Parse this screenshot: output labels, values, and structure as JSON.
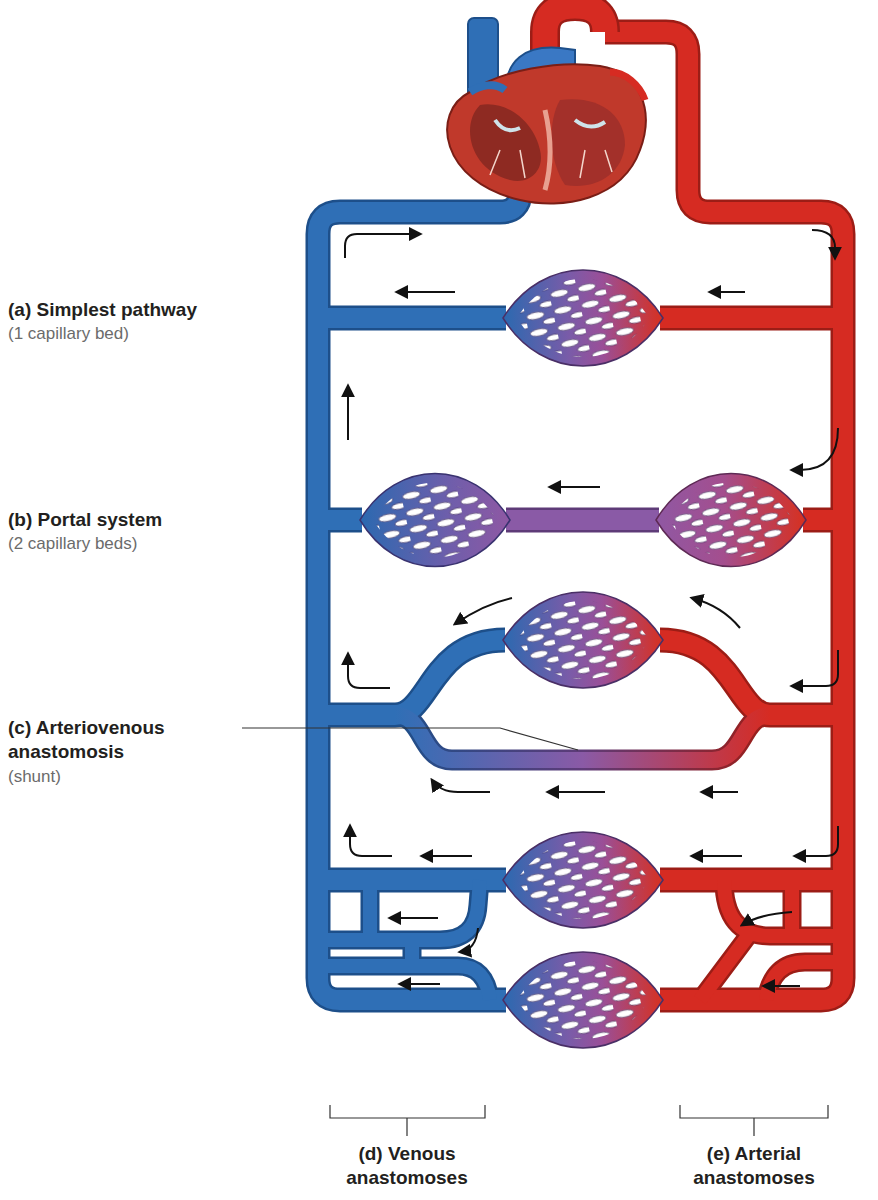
{
  "diagram": {
    "labels": [
      "(a) Simplest pathway",
      "(1 capillary bed)",
      "(b) Portal system",
      "(2 capillary beds)",
      "(c) Arteriovenous anastomosis",
      "(shunt)",
      "(d) Venous anastomoses",
      "(e) Arterial anastomoses"
    ]
  }
}
